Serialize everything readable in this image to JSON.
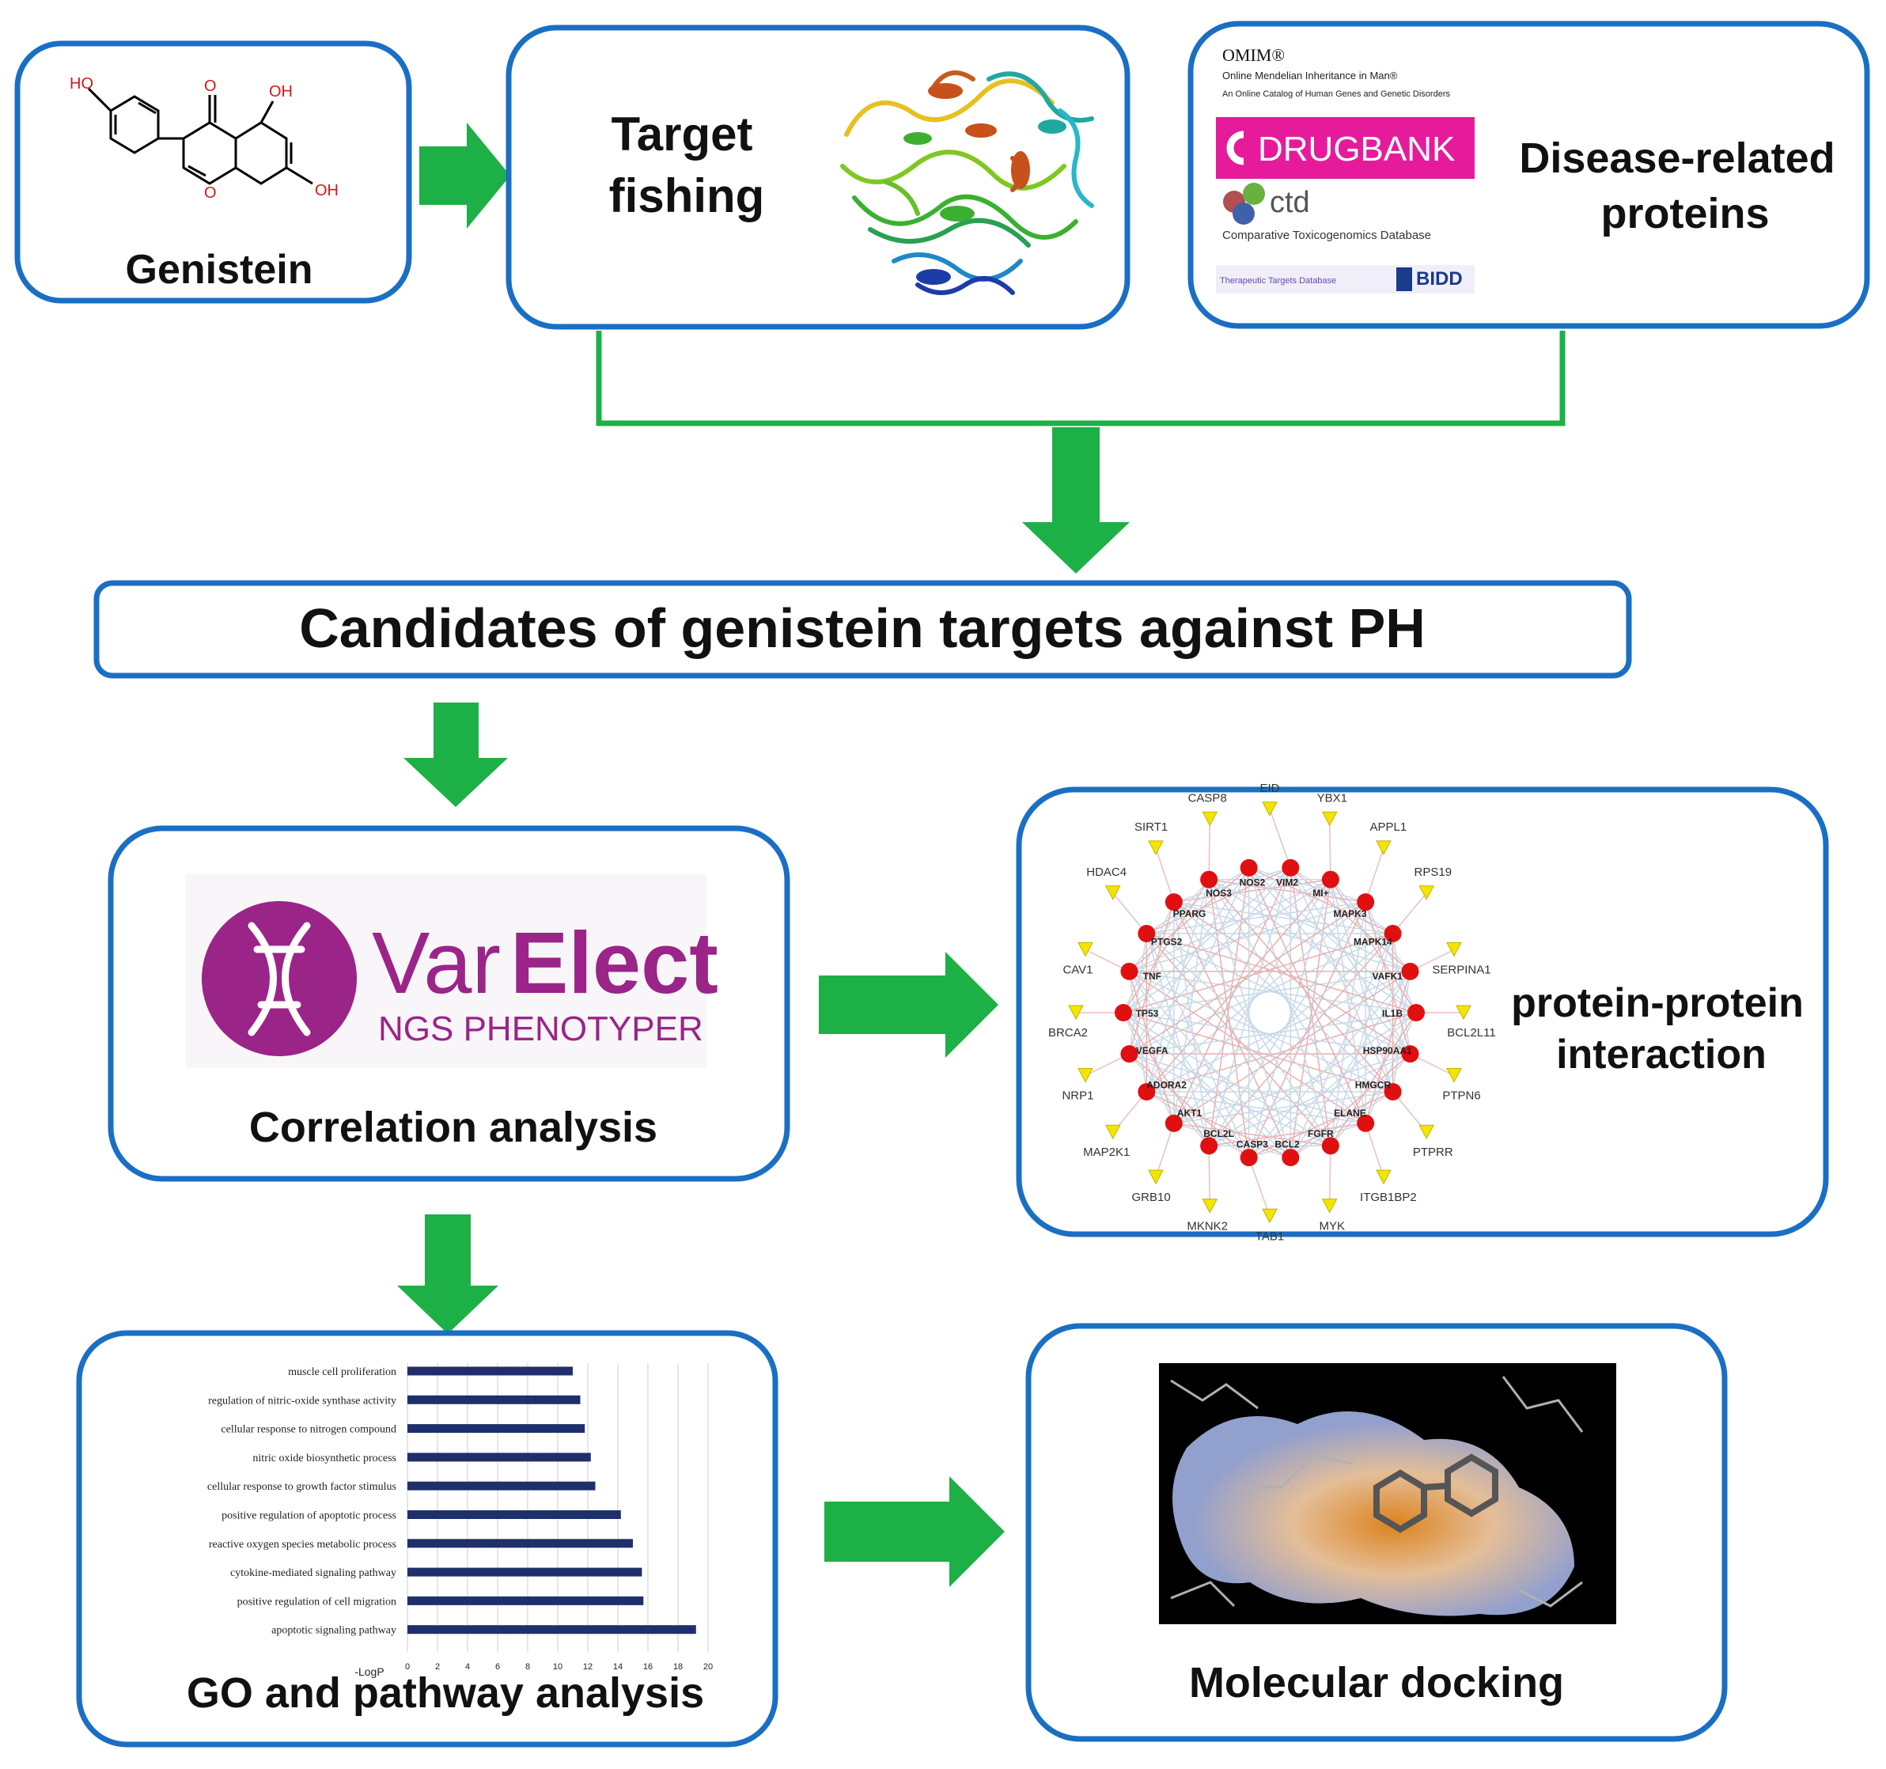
{
  "steps": {
    "genistein": {
      "label": "Genistein"
    },
    "target_fishing": {
      "label_line1": "Target",
      "label_line2": "fishing"
    },
    "disease_proteins": {
      "label_line1": "Disease-related",
      "label_line2": "proteins"
    },
    "candidates": {
      "label": "Candidates of genistein targets against PH"
    },
    "correlation": {
      "label": "Correlation analysis"
    },
    "ppi": {
      "label_line1": "protein-protein",
      "label_line2": "interaction"
    },
    "go_pathway": {
      "label": "GO and pathway analysis"
    },
    "docking": {
      "label": "Molecular docking"
    }
  },
  "molecule": {
    "atoms": [
      "HO",
      "O",
      "OH",
      "O",
      "OH"
    ]
  },
  "databases": {
    "omim_title": "OMIM®",
    "omim_sub1": "Online Mendelian Inheritance in Man®",
    "omim_sub2": "An Online Catalog of Human Genes and Genetic Disorders",
    "drugbank": "DRUGBANK",
    "ctd": "ctd",
    "ctd_sub": "Comparative Toxicogenomics Database",
    "ttd": "Therapeutic Targets Database",
    "bidd": "BIDD"
  },
  "varelect": {
    "brand_var": "Var",
    "brand_elect": "Elect",
    "tagline": "NGS PHENOTYPER"
  },
  "network": {
    "outer_nodes": [
      "EID",
      "YBX1",
      "APPL1",
      "RPS19",
      "SERPINA1",
      "BCL2L11",
      "PTPN6",
      "PTPRR",
      "ITGB1BP2",
      "MYK",
      "TAB1",
      "MKNK2",
      "GRB10",
      "MAP2K1",
      "NRP1",
      "BRCA2",
      "CAV1",
      "HDAC4",
      "SIRT1",
      "CASP8"
    ],
    "inner_nodes": [
      "VIM2",
      "MI+",
      "MAPK3",
      "MAPK14",
      "VAFK1",
      "IL1B",
      "HSP90AA1",
      "HMGCR",
      "ELANE",
      "FGFR",
      "BCL2",
      "CASP3",
      "BCL2L",
      "AKT1",
      "ADORA2",
      "VEGFA",
      "TP53",
      "TNF",
      "PTGS2",
      "PPARG",
      "NOS3",
      "NOS2"
    ]
  },
  "chart_data": {
    "type": "bar",
    "categories": [
      "muscle cell proliferation",
      "regulation of nitric-oxide synthase activity",
      "cellular response to nitrogen compound",
      "nitric oxide biosynthetic process",
      "cellular response to growth factor stimulus",
      "positive regulation of apoptotic process",
      "reactive oxygen species metabolic process",
      "cytokine-mediated signaling pathway",
      "positive regulation of cell migration",
      "apoptotic signaling pathway"
    ],
    "values": [
      11,
      11.5,
      11.8,
      12.2,
      12.5,
      14.2,
      15,
      15.6,
      15.7,
      19.2
    ],
    "xlabel": "-LogP",
    "xticks": [
      "0",
      "2",
      "4",
      "6",
      "8",
      "10",
      "12",
      "14",
      "16",
      "18",
      "20"
    ],
    "xlim": [
      0,
      20
    ],
    "grid": true,
    "bar_color": "#1f2f6b"
  },
  "colors": {
    "arrow": "#1db046",
    "border": "#1a6fc4",
    "varelect": "#9b2489",
    "drugbank": "#e51b9c"
  }
}
